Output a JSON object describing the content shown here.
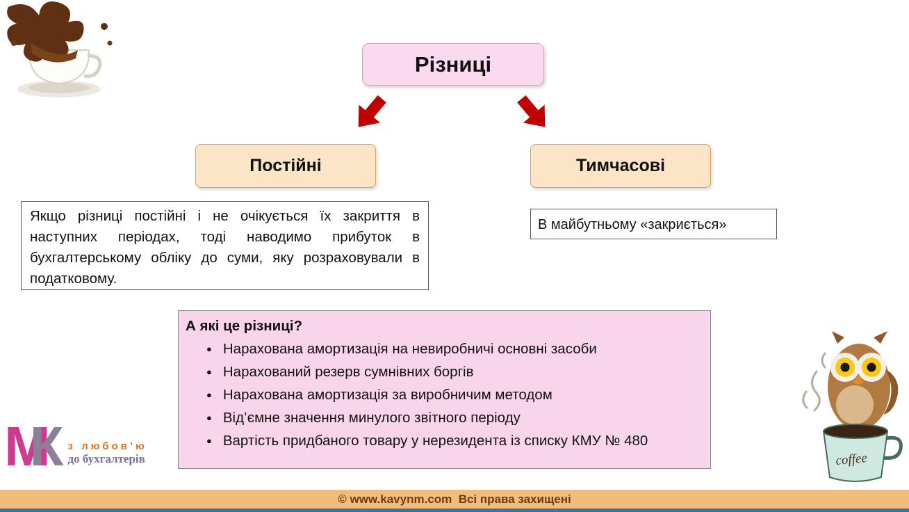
{
  "slide": {
    "title": "Різниці",
    "branches": {
      "left": {
        "label": "Постійні",
        "description": "Якщо різниці постійні і не очікується їх закриття в наступних періодах, тоді наводимо прибуток в бухгалтерському обліку до суми, яку розраховували в податковому."
      },
      "right": {
        "label": "Тимчасові",
        "description": "В майбутньому «закриється»"
      }
    },
    "differences_list": {
      "heading": "А які це різниці?",
      "items": [
        "Нарахована амортизація на невиробничі основні засоби",
        "Нарахований резерв сумнівних боргів",
        "Нарахована амортизація за виробничим методом",
        "Від’ємне значення минулого звітного періоду",
        "Вартість придбаного товару у нерезидента із списку КМУ № 480"
      ]
    },
    "logo": {
      "letter_m": "М",
      "letter_k": "К",
      "tagline_line1": "з любов’ю",
      "tagline_line2": "до бухгалтерів"
    },
    "owl_cup_text": "coffee",
    "footer": {
      "copyright": "© www.kavynm.com  Всі права захищені"
    },
    "icons": {
      "bullet": "●"
    },
    "colors": {
      "title_fill": "#fbd9ef",
      "branch_fill": "#fce4c6",
      "arrow_red": "#c00000",
      "list_fill": "#f9d5eb",
      "footer_fill": "#f0bd7d",
      "bottom_strip_blue": "#2e74b5"
    }
  }
}
